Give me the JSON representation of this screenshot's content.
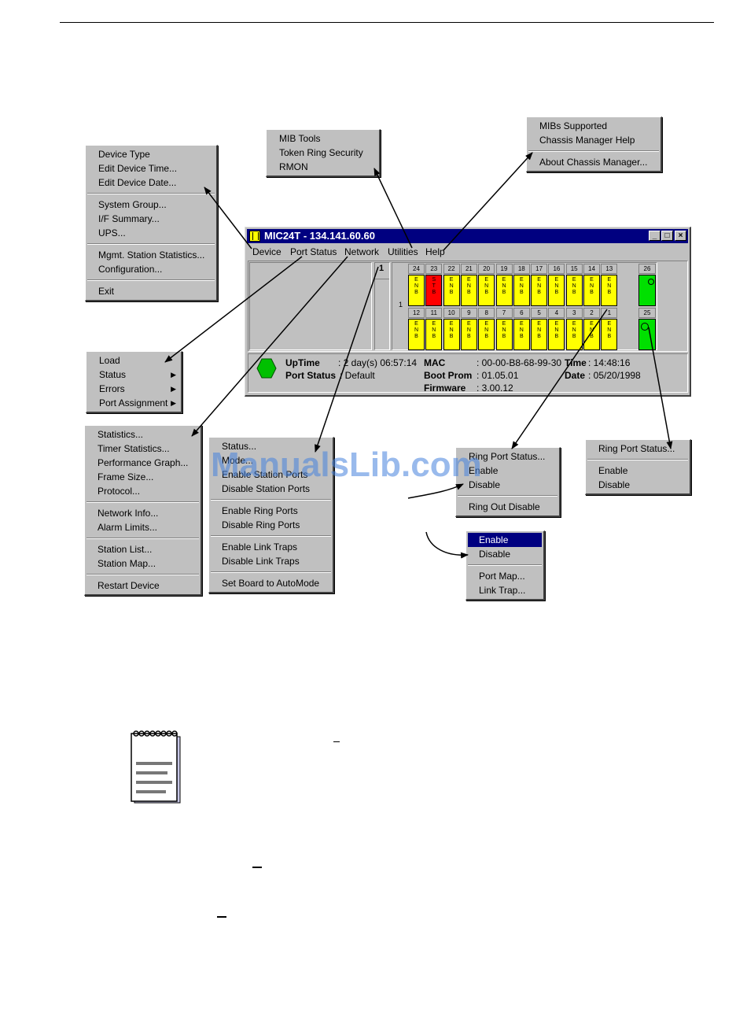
{
  "menus": {
    "device": [
      "Device Type",
      "Edit Device Time...",
      "Edit Device Date...",
      "-",
      "System Group...",
      "I/F Summary...",
      "UPS...",
      "-",
      "Mgmt. Station Statistics...",
      "Configuration...",
      "-",
      "Exit"
    ],
    "utilities": [
      "MIB Tools",
      "Token Ring Security",
      "RMON"
    ],
    "help": [
      "MIBs Supported",
      "Chassis Manager Help",
      "-",
      "About Chassis Manager..."
    ],
    "port_status": [
      "Load",
      "Status",
      "Errors",
      "Port Assignment"
    ],
    "network": [
      "Statistics...",
      "Timer Statistics...",
      "Performance Graph...",
      "Frame Size...",
      "Protocol...",
      "-",
      "Network Info...",
      "Alarm Limits...",
      "-",
      "Station List...",
      "Station Map...",
      "-",
      "Restart Device"
    ],
    "board": [
      "Status...",
      "Mode...",
      "Enable Station Ports",
      "Disable Station Ports",
      "-",
      "Enable Ring Ports",
      "Disable Ring Ports",
      "-",
      "Enable Link Traps",
      "Disable Link Traps",
      "-",
      "Set Board to AutoMode"
    ],
    "station_port": [
      "Ring Port Status...",
      "Enable",
      "Disable",
      "-",
      "Ring Out Disable"
    ],
    "station_port_sub": [
      "Enable",
      "Disable",
      "-",
      "Port Map...",
      "Link Trap..."
    ],
    "ring_port": [
      "Ring Port Status...",
      "-",
      "Enable",
      "Disable"
    ]
  },
  "window": {
    "title": "MIC24T - 134.141.60.60",
    "menubar": [
      "Device",
      "Port Status",
      "Network",
      "Utilities",
      "Help"
    ],
    "slot_label": "1",
    "board_label": "1",
    "top_ports": [
      "24",
      "23",
      "22",
      "21",
      "20",
      "19",
      "18",
      "17",
      "16",
      "15",
      "14",
      "13"
    ],
    "bottom_ports": [
      "12",
      "11",
      "10",
      "9",
      "8",
      "7",
      "6",
      "5",
      "4",
      "3",
      "2",
      "1"
    ],
    "port_text": "E\nN\nB",
    "red_port_text": "S\nT\nB",
    "ring_top": "26",
    "ring_bottom": "25",
    "status": {
      "uptime_label": "UpTime",
      "uptime_value": ": 2 day(s) 06:57:14",
      "port_status_label": "Port Status",
      "port_status_value": ": Default",
      "mac_label": "MAC",
      "mac_value": ": 00-00-B8-68-99-30",
      "boot_label": "Boot Prom",
      "boot_value": ": 01.05.01",
      "firmware_label": "Firmware",
      "firmware_value": ": 3.00.12",
      "time_label": "Time",
      "time_value": ": 14:48:16",
      "date_label": "Date",
      "date_value": ": 05/20/1998"
    }
  },
  "watermark": "ManualsLib.com",
  "colors": {
    "title_bar": "#000080",
    "menu_bg": "#c0c0c0",
    "port_enabled": "#ffff00",
    "port_standby": "#ff0000",
    "ring_port": "#00e000"
  }
}
